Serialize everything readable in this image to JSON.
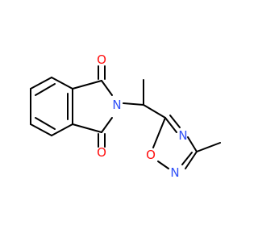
{
  "molecule": {
    "atoms": {
      "o_top": {
        "symbol": "O",
        "color": "#ff0d0d"
      },
      "o_bottom": {
        "symbol": "O",
        "color": "#ff0d0d"
      },
      "n_imide": {
        "symbol": "N",
        "color": "#3050f8"
      },
      "n_ring_upper": {
        "symbol": "N",
        "color": "#3050f8"
      },
      "n_ring_lower": {
        "symbol": "N",
        "color": "#3050f8"
      },
      "o_ring": {
        "symbol": "O",
        "color": "#ff0d0d"
      }
    },
    "bond_color": "#000000",
    "background": "#ffffff"
  }
}
